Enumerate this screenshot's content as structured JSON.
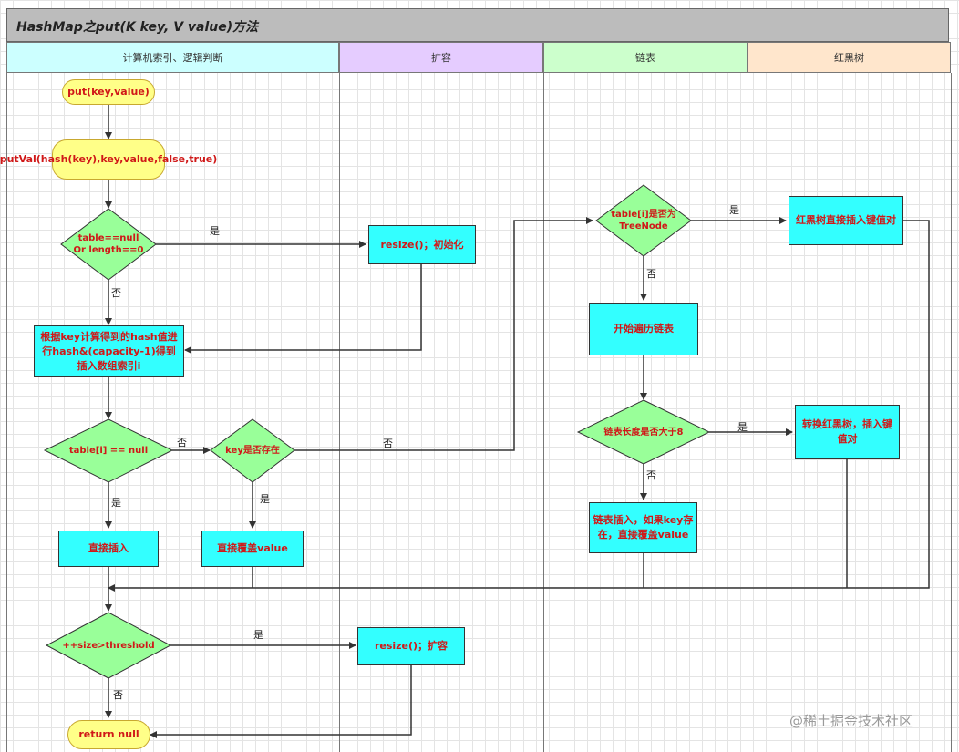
{
  "diagram": {
    "title": "HashMap之put(K key, V value)方法",
    "lanes": [
      "计算机索引、逻辑判断",
      "扩容",
      "链表",
      "红黑树"
    ],
    "lane_colors": [
      "#ccffff",
      "#e5ccff",
      "#ccffcc",
      "#ffe6cc"
    ],
    "nodes": {
      "start": "put(key,value)",
      "putval": "putVal(hash(key),key,value,false,true)",
      "check_table": "table==null\nOr length==0",
      "resize_init": "resize()；初始化",
      "compute_index": "根据key计算得到的hash值进行hash&(capacity-1)得到插入数组索引i",
      "check_slot": "table[i] == null",
      "key_exists": "key是否存在",
      "direct_insert": "直接插入",
      "overwrite": "直接覆盖value",
      "is_treenode": "table[i]是否为TreeNode",
      "rb_insert": "红黑树直接插入键值对",
      "traverse": "开始遍历链表",
      "len_check": "链表长度是否大于8",
      "convert_rb": "转换红黑树，插入键值对",
      "list_insert": "链表插入，如果key存在，直接覆盖value",
      "size_check": "++size>threshold",
      "resize_expand": "resize()；扩容",
      "end": "return null"
    },
    "edge_labels": {
      "yes": "是",
      "no": "否"
    }
  },
  "watermark": "@稀土掘金技术社区"
}
